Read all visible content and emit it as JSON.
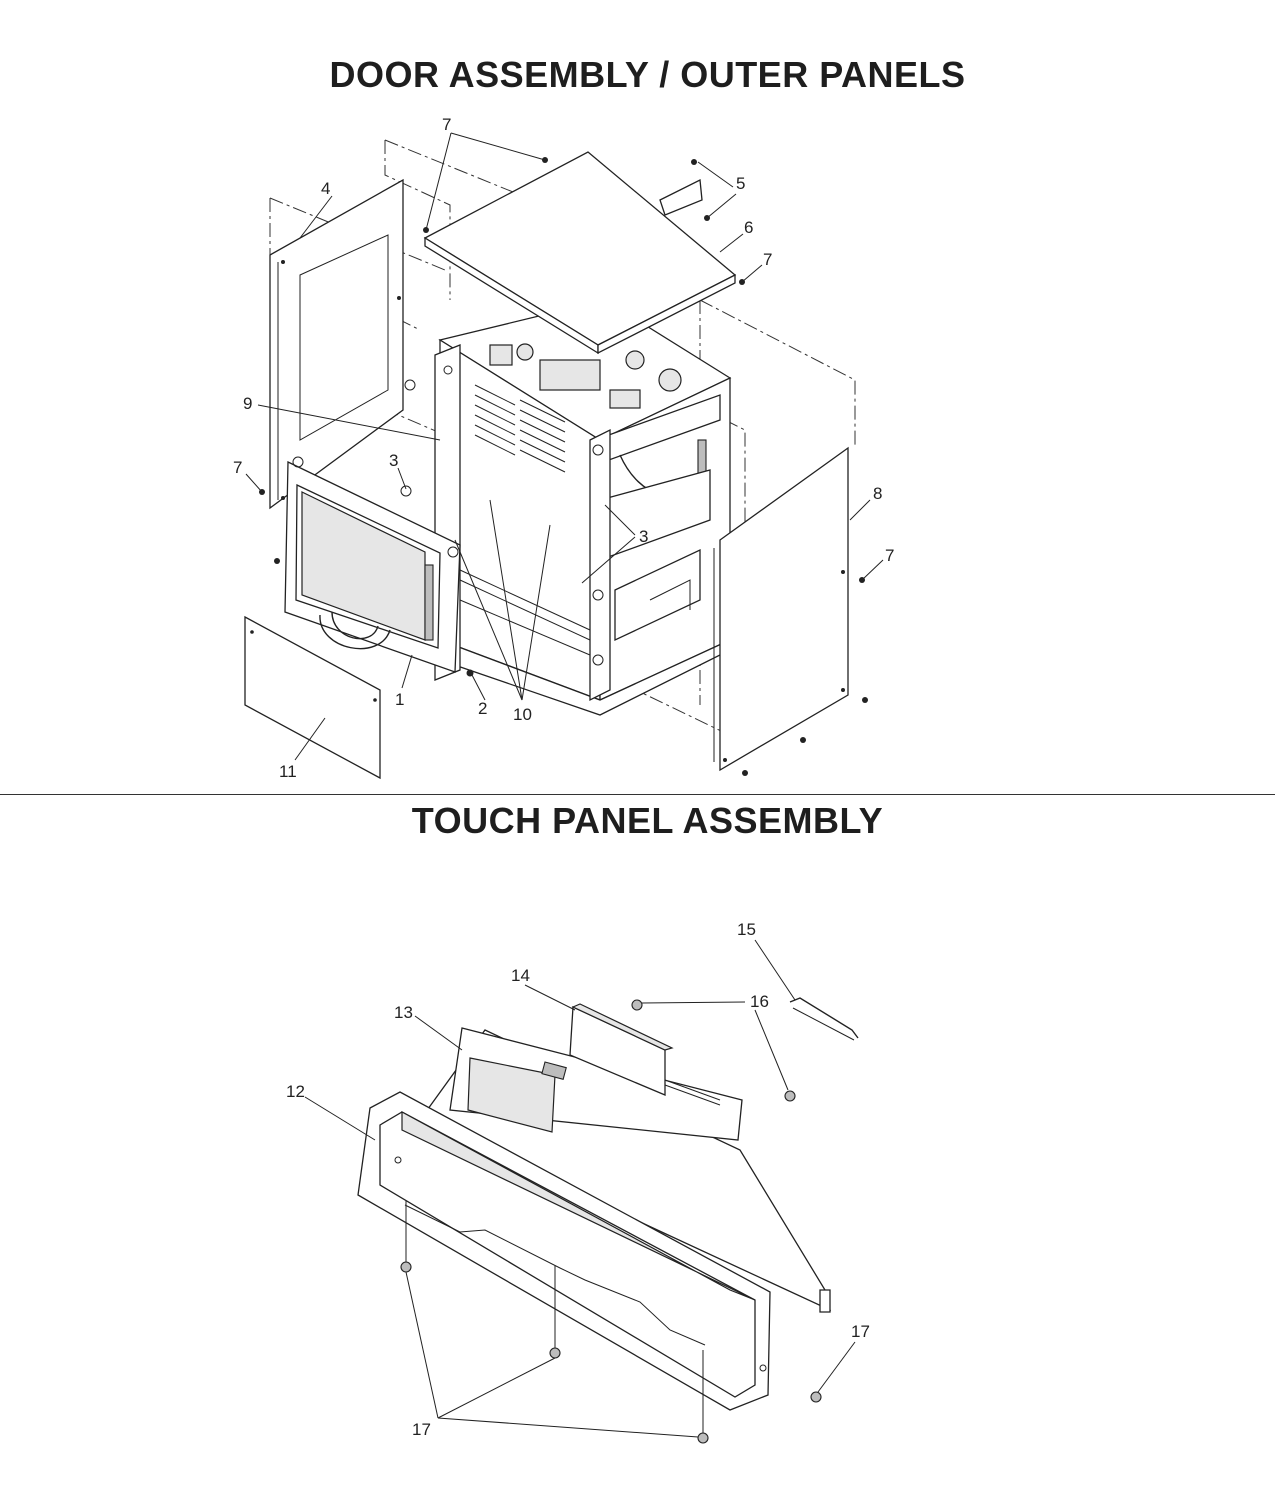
{
  "sections": {
    "top_title": "DOOR ASSEMBLY / OUTER PANELS",
    "bottom_title": "TOUCH PANEL ASSEMBLY"
  },
  "door_callouts": {
    "c1": "1",
    "c2": "2",
    "c3a": "3",
    "c3b": "3",
    "c4": "4",
    "c5": "5",
    "c6": "6",
    "c7a": "7",
    "c7b": "7",
    "c7c": "7",
    "c7d": "7",
    "c8": "8",
    "c9": "9",
    "c10": "10",
    "c11": "11"
  },
  "touch_callouts": {
    "c12": "12",
    "c13": "13",
    "c14": "14",
    "c15": "15",
    "c16": "16",
    "c17a": "17",
    "c17b": "17"
  }
}
